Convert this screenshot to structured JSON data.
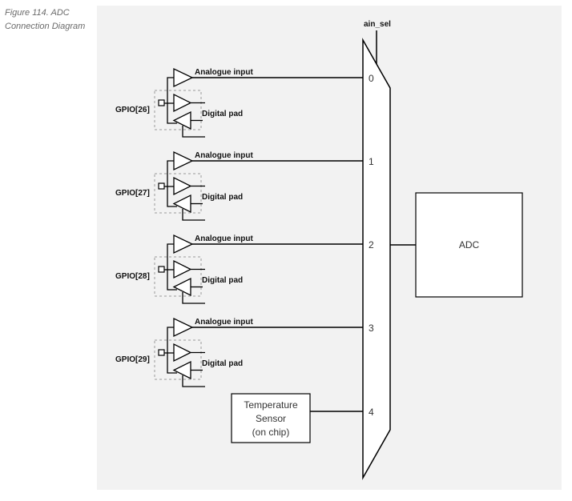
{
  "caption": {
    "figure_number": "Figure 114. ADC",
    "title": "Connection Diagram"
  },
  "diagram": {
    "select_signal": "ain_sel",
    "adc_label": "ADC",
    "gpio_channels": [
      {
        "gpio": "GPIO[26]",
        "analogue_label": "Analogue input",
        "digital_label": "Digital pad",
        "mux_input": "0"
      },
      {
        "gpio": "GPIO[27]",
        "analogue_label": "Analogue input",
        "digital_label": "Digital pad",
        "mux_input": "1"
      },
      {
        "gpio": "GPIO[28]",
        "analogue_label": "Analogue input",
        "digital_label": "Digital pad",
        "mux_input": "2"
      },
      {
        "gpio": "GPIO[29]",
        "analogue_label": "Analogue input",
        "digital_label": "Digital pad",
        "mux_input": "3"
      }
    ],
    "temp_sensor": {
      "lines": [
        "Temperature",
        "Sensor",
        "(on chip)"
      ],
      "mux_input": "4"
    }
  }
}
